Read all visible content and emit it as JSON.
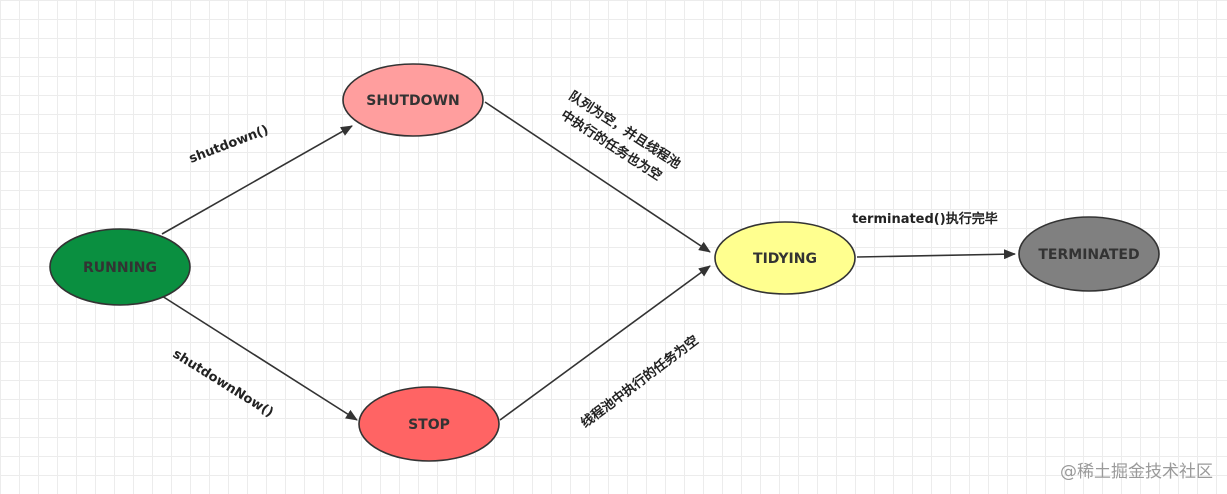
{
  "nodes": {
    "running": {
      "label": "RUNNING",
      "fill": "#0a8f40"
    },
    "shutdown": {
      "label": "SHUTDOWN",
      "fill": "#ff9e9e"
    },
    "stop": {
      "label": "STOP",
      "fill": "#ff6464"
    },
    "tidying": {
      "label": "TIDYING",
      "fill": "#ffff8f"
    },
    "terminated": {
      "label": "TERMINATED",
      "fill": "#808080"
    }
  },
  "edges": {
    "shutdown_call": "shutdown()",
    "shutdown_now_call": "shutdownNow()",
    "shutdown_to_tidying_line1": "队列为空，并且线程池",
    "shutdown_to_tidying_line2": "中执行的任务也为空",
    "stop_to_tidying": "线程池中执行的任务为空",
    "terminated_call": "terminated()执行完毕"
  },
  "watermark": "@稀土掘金技术社区",
  "colors": {
    "stroke": "#333333",
    "arrow": "#333333"
  }
}
